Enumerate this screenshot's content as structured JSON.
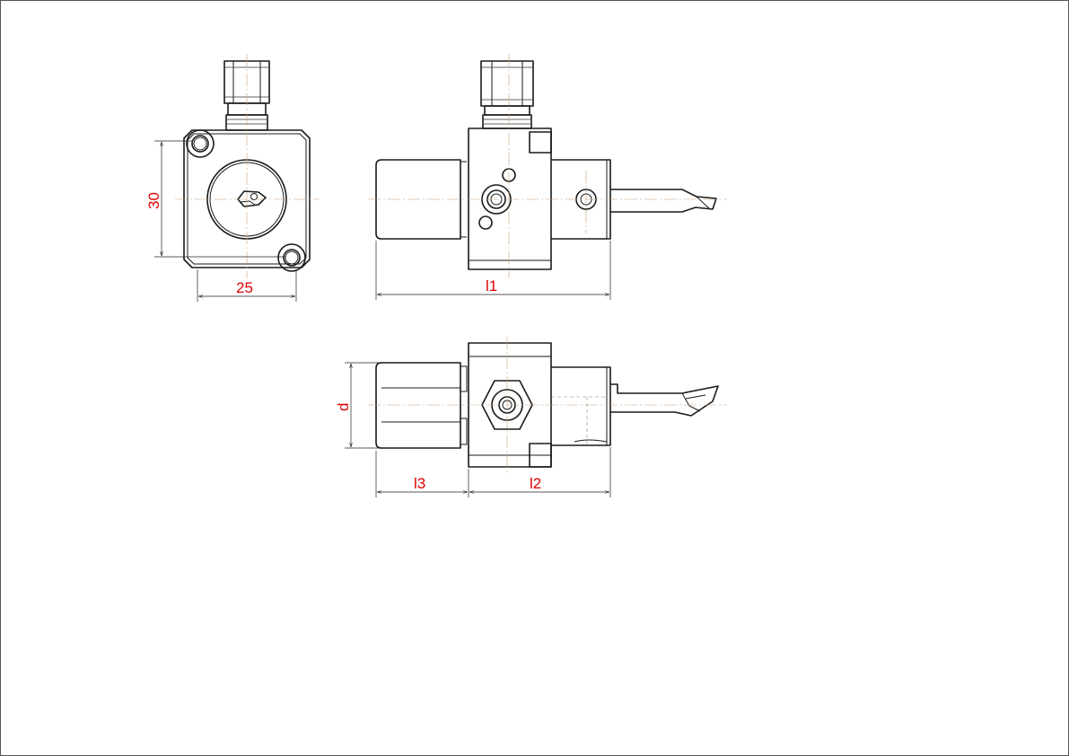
{
  "dimensions": {
    "height": "30",
    "width": "25",
    "l1": "l1",
    "d": "d",
    "l3": "l3",
    "l2": "l2"
  },
  "colors": {
    "dimension_text": "#e00000",
    "outline": "#1a1a1a",
    "centerline": "#c8a07a",
    "border": "#555555"
  }
}
